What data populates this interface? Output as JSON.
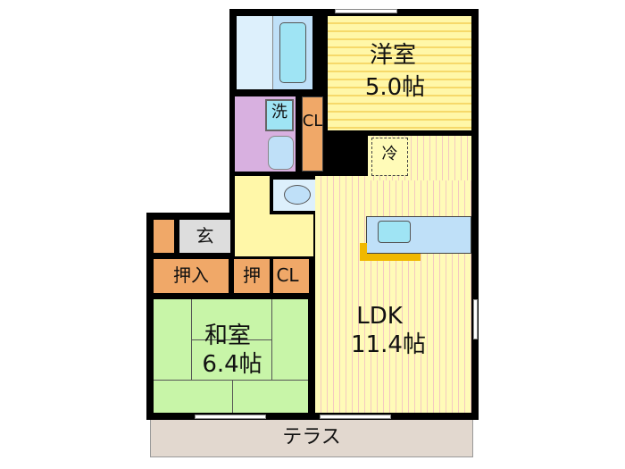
{
  "rooms": {
    "western": {
      "name": "洋室",
      "size": "5.0帖"
    },
    "ldk": {
      "name": "LDK",
      "size": "11.4帖"
    },
    "japanese": {
      "name": "和室",
      "size": "6.4帖"
    },
    "entrance": "玄",
    "closet1": "押入",
    "closet2": "押",
    "cl_upper": "CL",
    "cl_lower": "CL",
    "washer": "洗",
    "fridge": "冷",
    "terrace": "テラス"
  },
  "colors": {
    "wall": "#000000",
    "western_floor": "#fff7a8",
    "ldk_floor": "#fffbb8",
    "japanese_floor": "#c8f5a8",
    "storage": "#f0a868",
    "wet_area": "#ddf0fc",
    "washroom": "#d8b0e0",
    "terrace": "#e2d8cf"
  }
}
